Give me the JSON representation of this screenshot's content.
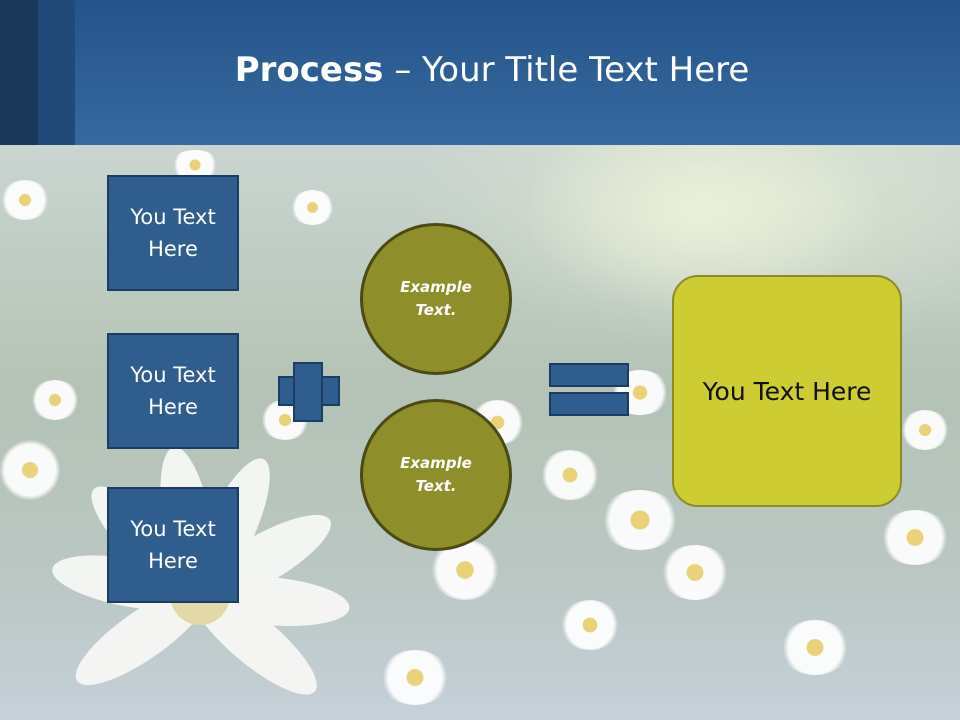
{
  "slide": {
    "title_bold": "Process",
    "title_rest": " – Your Title Text Here",
    "left_boxes": [
      "You Text Here",
      "You Text Here",
      "You Text Here"
    ],
    "circles": [
      "Example Text.",
      "Example Text."
    ],
    "result": "You Text Here"
  },
  "colors": {
    "header": "#2f6096",
    "box_fill": "#2f5d8d",
    "circle_fill": "#8e8e2a",
    "result_fill": "#cdcc33"
  },
  "icons": {
    "plus": "plus-sign",
    "equals": "equals-sign"
  }
}
